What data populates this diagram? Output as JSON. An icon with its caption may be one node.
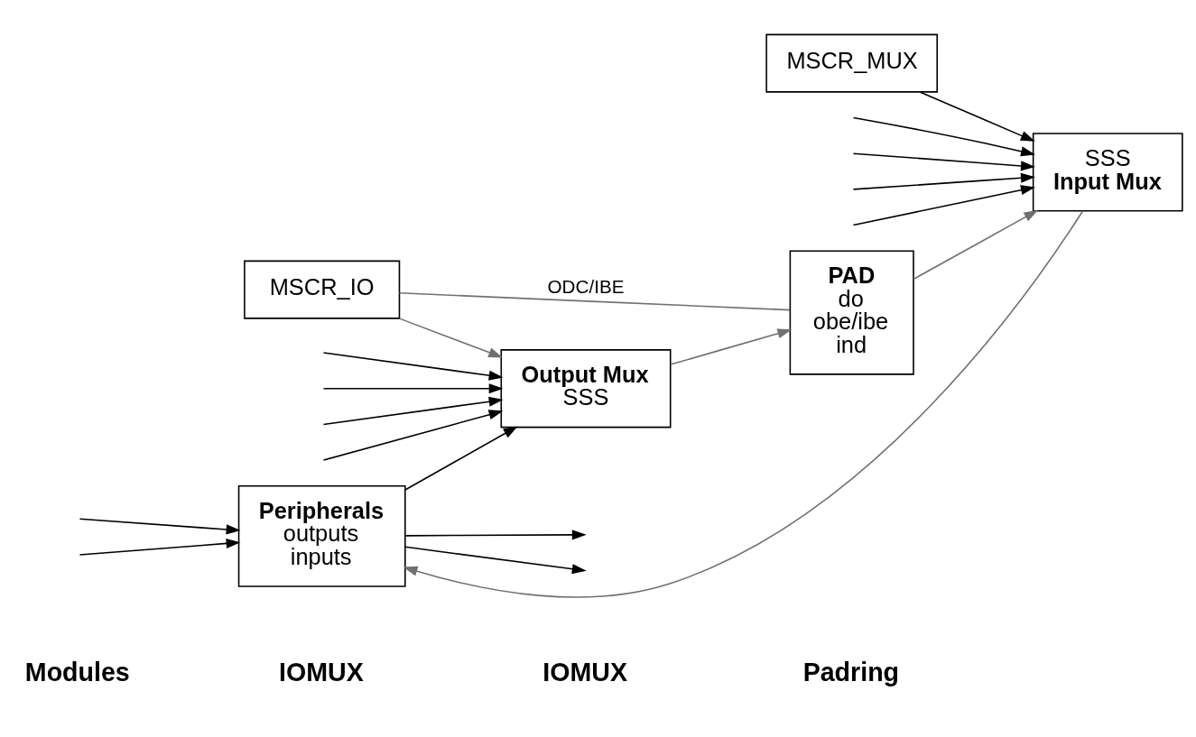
{
  "diagram": {
    "nodes": [
      {
        "text": [
          "Peripherals",
          "outputs",
          "inputs"
        ]
      },
      {
        "text": [
          "Output Mux",
          "SSS"
        ]
      },
      {
        "text": [
          "PAD",
          "do",
          "obe/ibe",
          "ind"
        ]
      },
      {
        "text": [
          "MSCR_IO"
        ]
      },
      {
        "text": [
          "MSCR_MUX"
        ]
      },
      {
        "text": [
          "SSS",
          "Input Mux"
        ]
      }
    ],
    "edges": [
      {
        "from": 0,
        "to": null,
        "arrow": "to"
      },
      {
        "from": 0,
        "to": 1,
        "arrow": "to"
      },
      {
        "from": 0,
        "to": null,
        "arrow": "to"
      },
      {
        "from": null,
        "to": 1,
        "arrow": "to"
      },
      {
        "from": null,
        "to": 1,
        "arrow": "to"
      },
      {
        "from": null,
        "to": 1,
        "arrow": "to"
      },
      {
        "from": null,
        "to": 1,
        "arrow": "to"
      },
      {
        "from": 1,
        "to": 2,
        "arrow": "to",
        "color": "#707070"
      },
      {
        "from": 3,
        "to": 1,
        "arrow": "to",
        "color": "#707070"
      },
      {
        "from": 3,
        "to": 2,
        "arrow": "none",
        "label": "ODC/IBE",
        "color": "#707070"
      },
      {
        "from": 4,
        "to": 5,
        "arrow": "to"
      },
      {
        "from": null,
        "to": 5,
        "arrow": "to"
      },
      {
        "from": null,
        "to": 5,
        "arrow": "to"
      },
      {
        "from": 2,
        "to": 5,
        "arrow": "to",
        "color": "#707070"
      },
      {
        "from": null,
        "to": 5,
        "arrow": "to"
      },
      {
        "from": null,
        "to": 5,
        "arrow": "to"
      },
      {
        "from": 5,
        "to": 0,
        "arrow": "to",
        "color": "#707070"
      },
      {
        "from": null,
        "to": 0,
        "arrow": "to"
      },
      {
        "from": null,
        "to": 0,
        "arrow": "to"
      }
    ],
    "labels": [
      "Modules",
      "IOMUX",
      "IOMUX",
      "Padring"
    ]
  }
}
